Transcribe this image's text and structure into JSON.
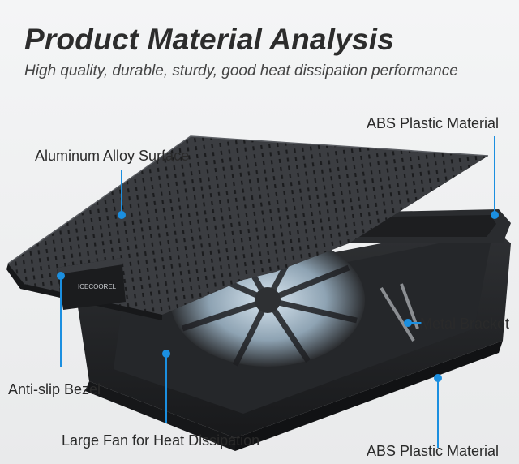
{
  "header": {
    "title": "Product Material Analysis",
    "subtitle": "High quality, durable, sturdy, good heat dissipation performance"
  },
  "product": {
    "brand_logo": "ICECOOREL"
  },
  "callouts": {
    "abs_top": "ABS Plastic Material",
    "aluminum": "Aluminum Alloy Surface",
    "metal_bracket": "Metal Bracket",
    "anti_slip": "Anti-slip Bezel",
    "large_fan": "Large Fan for Heat Dissipation",
    "abs_bottom": "ABS Plastic Material"
  },
  "colors": {
    "accent": "#1b8fe0",
    "panel": "#3a3c40",
    "panel_dark": "#1f2124"
  }
}
